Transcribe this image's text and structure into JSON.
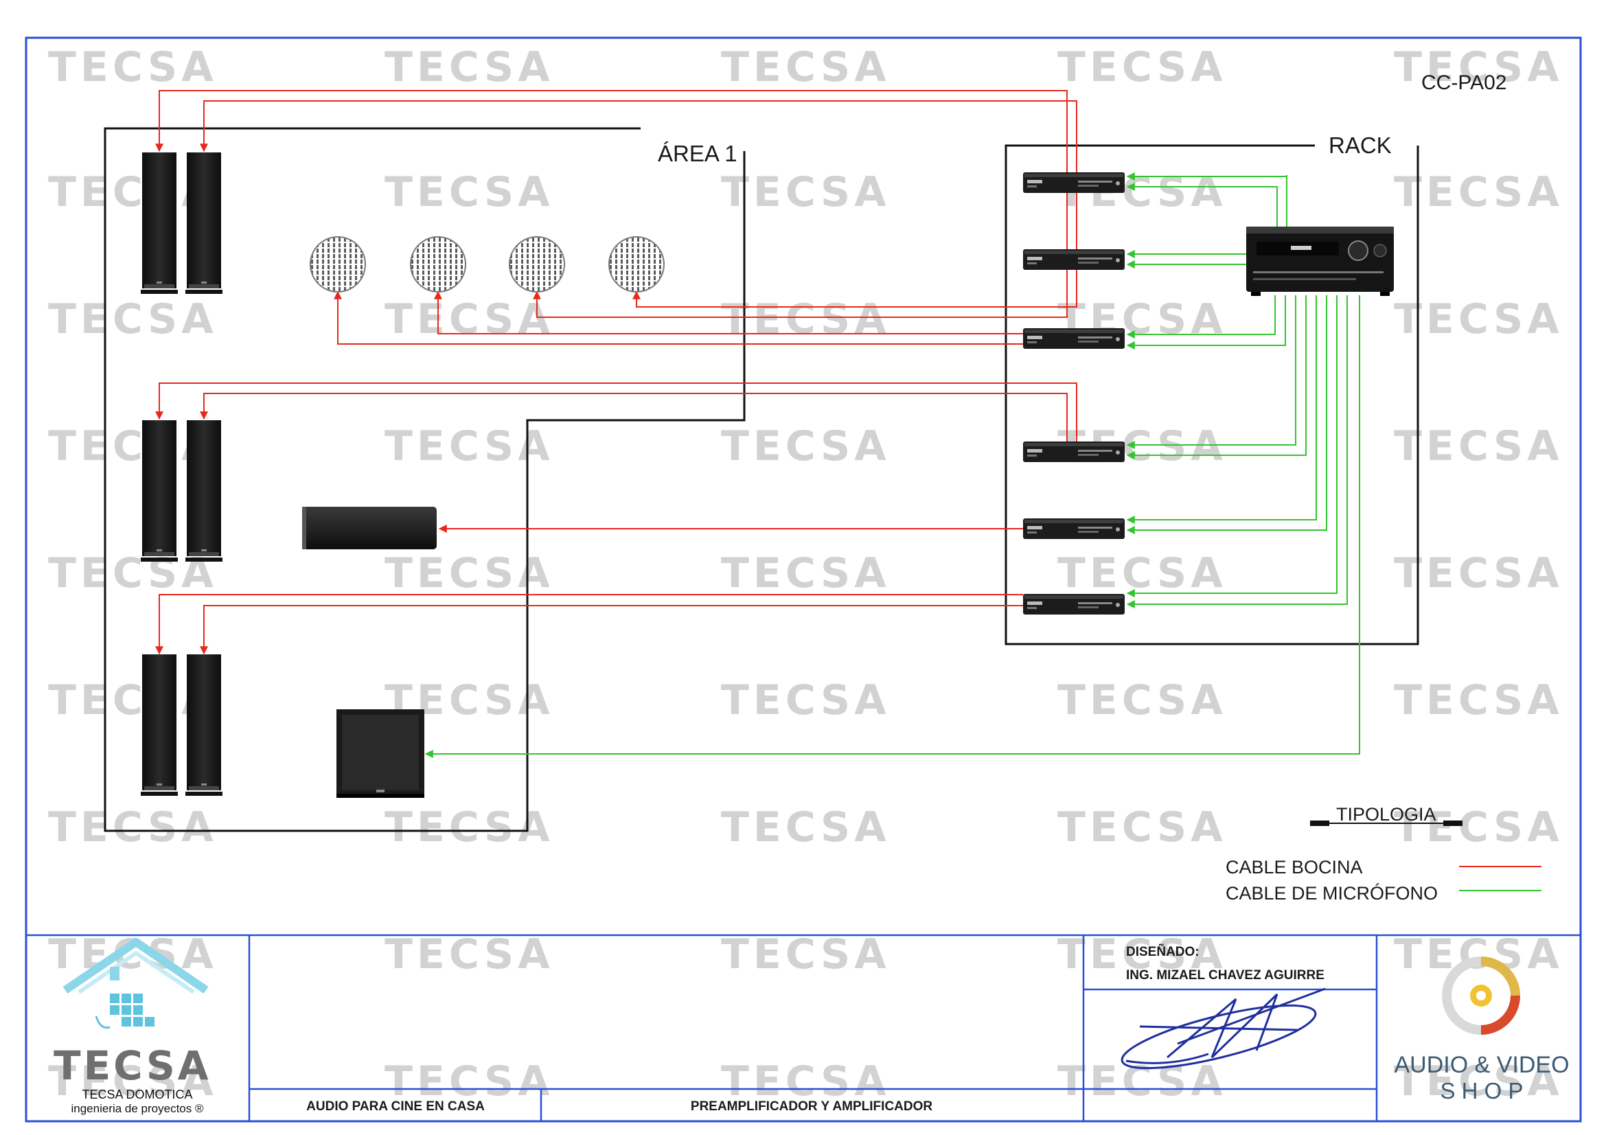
{
  "watermark": "TECSA",
  "drawing_code": "CC-PA02",
  "area_label": "ÁREA 1",
  "rack_label": "RACK",
  "legend": {
    "title": "TIPOLOGIA",
    "items": [
      {
        "label": "CABLE BOCINA",
        "color": "#e8271d"
      },
      {
        "label": "CABLE DE MICRÓFONO",
        "color": "#33c430"
      }
    ]
  },
  "title_block": {
    "logo_name": "TECSA",
    "company": "TECSA DOMOTICA",
    "tagline": "ingenieria de proyectos ®",
    "project": "AUDIO PARA CINE EN CASA",
    "sheet_title": "PREAMPLIFICADOR Y AMPLIFICADOR",
    "designed_label": "DISEÑADO:",
    "designer": "ING. MIZAEL CHAVEZ AGUIRRE",
    "brand_line1": "AUDIO & VIDEO",
    "brand_line2": "S H O P"
  },
  "colors": {
    "speaker_cable": "#e8271d",
    "mic_cable": "#33c430",
    "border": "#2b4fd6"
  }
}
